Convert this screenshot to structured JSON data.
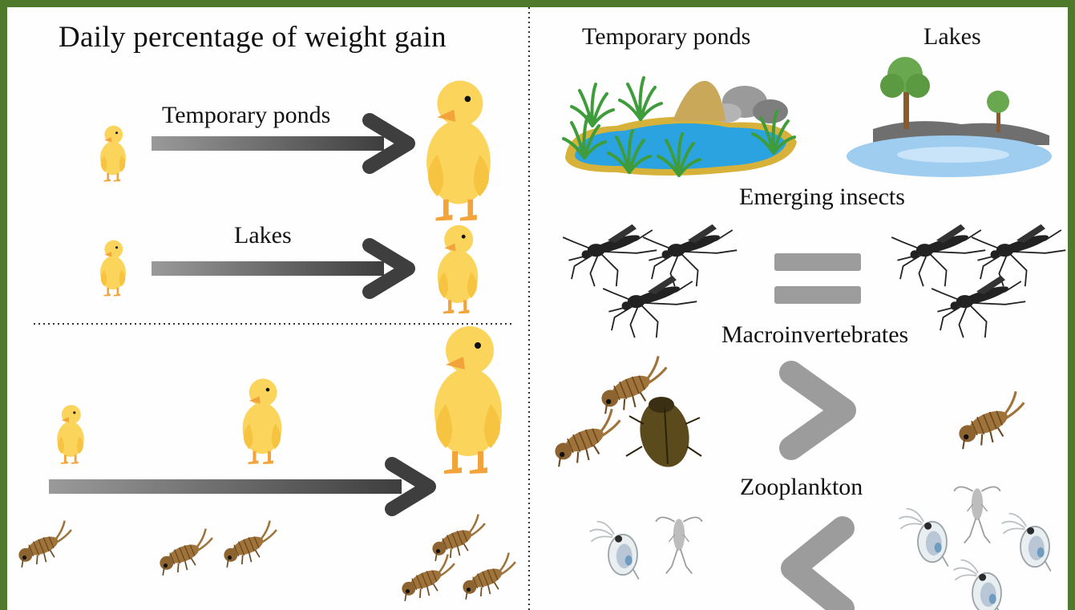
{
  "left_panel": {
    "title": "Daily percentage of weight gain",
    "row1_label": "Temporary ponds",
    "row2_label": "Lakes"
  },
  "right_panel": {
    "habitat_labels": [
      "Temporary ponds",
      "Lakes"
    ],
    "categories": [
      {
        "label": "Emerging insects",
        "comparison": "="
      },
      {
        "label": "Macroinvertebrates",
        "comparison": ">"
      },
      {
        "label": "Zooplankton",
        "comparison": "<"
      }
    ]
  },
  "colors": {
    "border": "#4f7a2b",
    "duckling": "#fbd45c",
    "beak_and_feet": "#f2a33a",
    "arrow_dark": "#3e3e3e",
    "arrow_light": "#9a9a9a",
    "comparison_symbol": "#9c9c9c",
    "water": "#2aa3e0",
    "lake_water": "#9fcdf0",
    "larva": "#a0733a",
    "beetle": "#5a4a1c"
  }
}
